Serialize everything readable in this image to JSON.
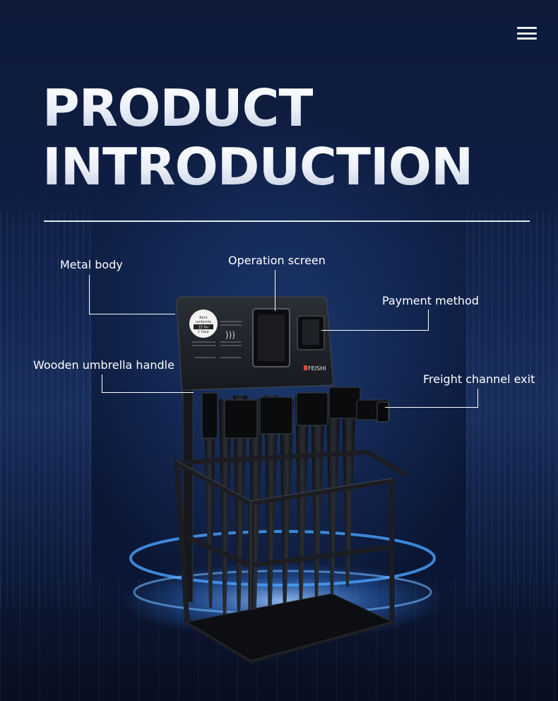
{
  "header": {
    "title_line1": "PRODUCT",
    "title_line2": "INTRODUCTION",
    "menu_icon": "hamburger-menu-icon"
  },
  "callouts": {
    "metal_body": "Metal body",
    "operation_screen": "Operation screen",
    "payment_method": "Payment method",
    "wooden_handle": "Wooden umbrella handle",
    "freight_exit": "Freight channel exit"
  },
  "machine": {
    "brand": "FEISHI",
    "sticker_line1": "Rent",
    "sticker_line2": "umbrella",
    "sticker_line3": "15 for",
    "sticker_line4": "1 hour"
  },
  "colors": {
    "background": "#0d1a3a",
    "text": "#ffffff",
    "glow": "#3a8cff"
  }
}
